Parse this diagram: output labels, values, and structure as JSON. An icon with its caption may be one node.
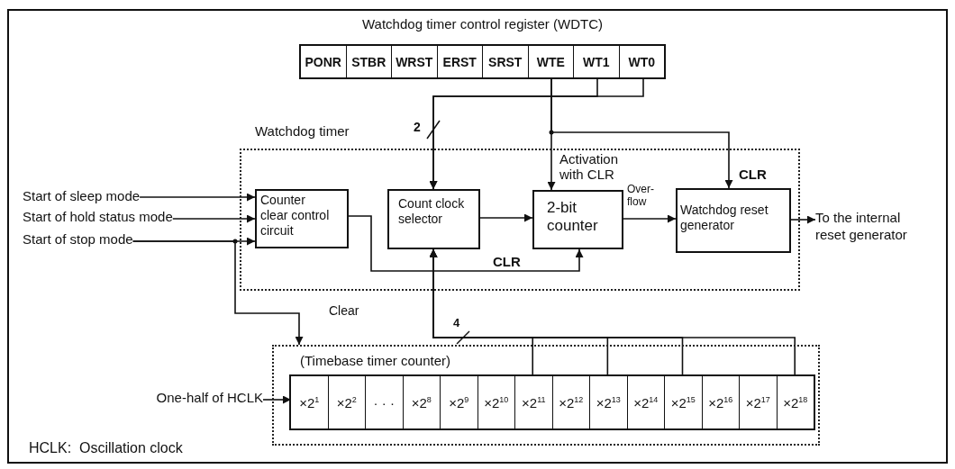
{
  "diagram": {
    "nodes": [
      {
        "text": [
          "Watchdog timer control register (WDTC)"
        ]
      },
      {
        "text": [
          "PONR"
        ],
        "in": 0
      },
      {
        "text": [
          "STBR"
        ],
        "in": 0
      },
      {
        "text": [
          "WRST"
        ],
        "in": 0
      },
      {
        "text": [
          "ERST"
        ],
        "in": 0
      },
      {
        "text": [
          "SRST"
        ],
        "in": 0
      },
      {
        "text": [
          "WTE"
        ],
        "in": 0
      },
      {
        "text": [
          "WT1"
        ],
        "in": 0
      },
      {
        "text": [
          "WT0"
        ],
        "in": 0
      },
      {
        "text": [
          "Watchdog timer"
        ]
      },
      {
        "text": [
          "Counter clear control circuit"
        ],
        "in": 9
      },
      {
        "text": [
          "Count clock selector"
        ],
        "in": 9
      },
      {
        "text": [
          "2-bit counter"
        ],
        "in": 9
      },
      {
        "text": [
          "Watchdog reset generator"
        ],
        "in": 9
      },
      {
        "text": [
          "(Timebase timer counter)"
        ]
      },
      {
        "text": [
          "×2$^{1}$"
        ],
        "in": 14
      },
      {
        "text": [
          "×2$^{2}$"
        ],
        "in": 14
      },
      {
        "text": [
          "· · ·"
        ],
        "in": 14
      },
      {
        "text": [
          "×2$^{8}$"
        ],
        "in": 14
      },
      {
        "text": [
          "×2$^{9}$"
        ],
        "in": 14
      },
      {
        "text": [
          "×2$^{10}$"
        ],
        "in": 14
      },
      {
        "text": [
          "×2$^{11}$"
        ],
        "in": 14
      },
      {
        "text": [
          "×2$^{12}$"
        ],
        "in": 14
      },
      {
        "text": [
          "×2$^{13}$"
        ],
        "in": 14
      },
      {
        "text": [
          "×2$^{14}$"
        ],
        "in": 14
      },
      {
        "text": [
          "×2$^{15}$"
        ],
        "in": 14
      },
      {
        "text": [
          "×2$^{16}$"
        ],
        "in": 14
      },
      {
        "text": [
          "×2$^{17}$"
        ],
        "in": 14
      },
      {
        "text": [
          "×2$^{18}$"
        ],
        "in": 14
      },
      {
        "text": [
          "Start of sleep mode"
        ]
      },
      {
        "text": [
          "Start of hold status mode"
        ]
      },
      {
        "text": [
          "Start of stop mode"
        ]
      },
      {
        "text": [
          "To the internal reset generator"
        ]
      },
      {
        "text": [
          "One-half of HCLK"
        ]
      }
    ],
    "edges": [
      {
        "from": 7,
        "to": 11,
        "arrow": "to",
        "label": "2"
      },
      {
        "from": 8,
        "to": 11,
        "arrow": "to"
      },
      {
        "from": 6,
        "to": 12,
        "arrow": "to",
        "label": "Activation with CLR"
      },
      {
        "from": 6,
        "to": 13,
        "arrow": "to",
        "label": "CLR"
      },
      {
        "from": 29,
        "to": 10,
        "arrow": "to"
      },
      {
        "from": 30,
        "to": 10,
        "arrow": "to"
      },
      {
        "from": 31,
        "to": 10,
        "arrow": "to"
      },
      {
        "from": 31,
        "to": 14,
        "arrow": "to",
        "label": "Clear"
      },
      {
        "from": 10,
        "to": 12,
        "arrow": "to",
        "label": "CLR"
      },
      {
        "from": 11,
        "to": 12,
        "arrow": "to"
      },
      {
        "from": 12,
        "to": 13,
        "arrow": "to",
        "label": "Over- flow"
      },
      {
        "from": 13,
        "to": 32,
        "arrow": "to"
      },
      {
        "from": 33,
        "to": 15,
        "arrow": "to"
      },
      {
        "from": 21,
        "to": 11,
        "arrow": "to",
        "label": "4"
      },
      {
        "from": 23,
        "to": 11,
        "arrow": "to"
      },
      {
        "from": 25,
        "to": 11,
        "arrow": "to"
      },
      {
        "from": 28,
        "to": 11,
        "arrow": "to"
      }
    ],
    "labels": [
      "HCLK:  Oscillation clock"
    ]
  }
}
